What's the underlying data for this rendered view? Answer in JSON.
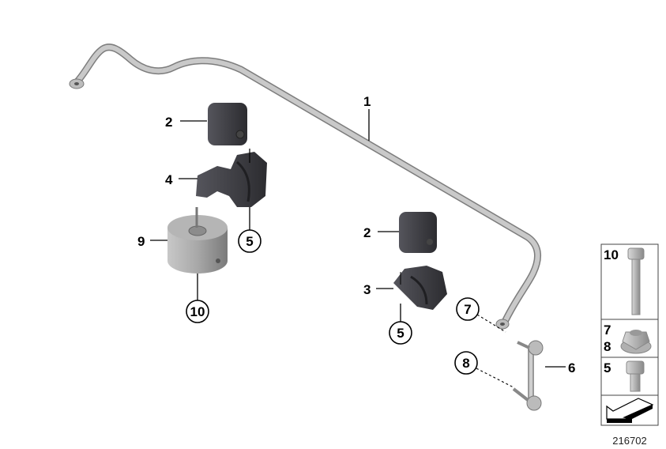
{
  "diagram": {
    "callouts": {
      "bar": "1",
      "bushing_left": "2",
      "bracket_left_4": "4",
      "bracket_left_5": "5",
      "damper_9": "9",
      "bolt_10": "10",
      "bushing_right": "2",
      "bracket_right_3": "3",
      "bracket_right_5": "5",
      "nut_7": "7",
      "nut_8": "8",
      "link_6": "6"
    },
    "legend_panel": {
      "bolt_long": "10",
      "nut_a": "7",
      "nut_b": "8",
      "bolt_short": "5"
    },
    "catalog_number": "216702",
    "colors": {
      "bar": "#b8b8b8",
      "rubber": "#3a3a40",
      "damper": "#9c9c9c"
    }
  }
}
